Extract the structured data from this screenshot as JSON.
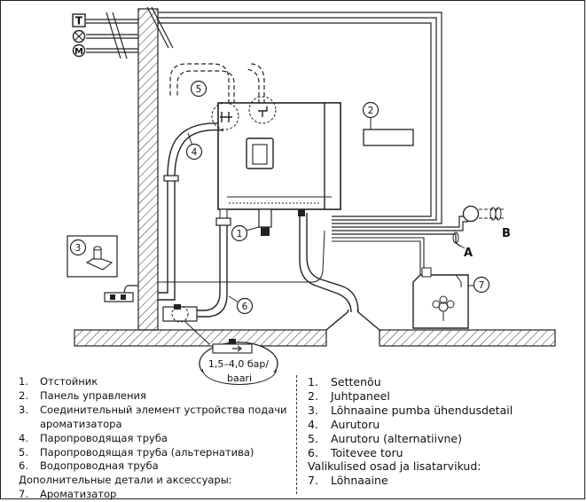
{
  "diagram": {
    "signal_symbols": {
      "t": "T",
      "m": "M"
    },
    "callouts": [
      "1",
      "2",
      "3",
      "4",
      "5",
      "6",
      "7"
    ],
    "point_labels": {
      "a": "A",
      "b": "B"
    },
    "pressure_lines": [
      "1,5–4,0 бар/",
      "baari"
    ]
  },
  "legend_ru": {
    "items": [
      {
        "num": "1.",
        "text": "Отстойник"
      },
      {
        "num": "2.",
        "text": "Панель управления"
      },
      {
        "num": "3.",
        "text": "Соединительный элемент устройства подачи\nароматизатора"
      },
      {
        "num": "4.",
        "text": "Паропроводящая труба"
      },
      {
        "num": "5.",
        "text": "Паропроводящая труба (альтернатива)"
      },
      {
        "num": "6.",
        "text": "Водопроводная труба"
      }
    ],
    "extras_heading": "Дополнительные детали и аксессуары:",
    "extras": [
      {
        "num": "7.",
        "text": "Ароматизатор"
      }
    ]
  },
  "legend_et": {
    "items": [
      {
        "num": "1.",
        "text": "Settenõu"
      },
      {
        "num": "2.",
        "text": "Juhtpaneel"
      },
      {
        "num": "3.",
        "text": "Lõhnaaine pumba ühendusdetail"
      },
      {
        "num": "4.",
        "text": "Aurutoru"
      },
      {
        "num": "5.",
        "text": "Aurutoru (alternatiivne)"
      },
      {
        "num": "6.",
        "text": "Toitevee toru"
      }
    ],
    "extras_heading": "Valikulised osad ja lisatarvikud:",
    "extras": [
      {
        "num": "7.",
        "text": "Lõhnaaine"
      }
    ]
  }
}
